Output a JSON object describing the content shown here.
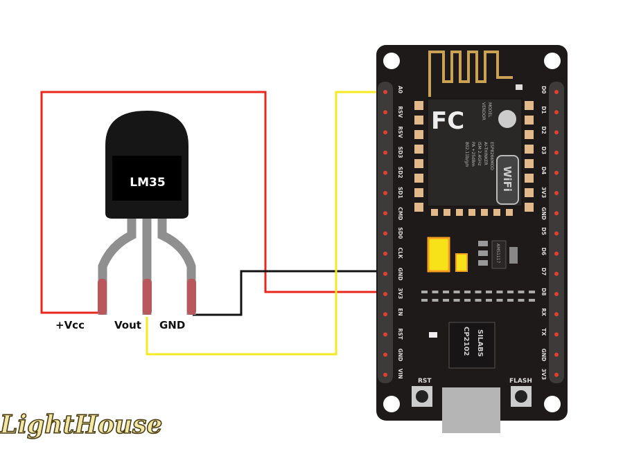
{
  "sensor": {
    "name": "LM35",
    "pins": [
      "+Vcc",
      "Vout",
      "GND"
    ]
  },
  "board": {
    "left_pins": [
      "A0",
      "RSV",
      "RSV",
      "SD3",
      "SD2",
      "SD1",
      "CMD",
      "SD0",
      "CLK",
      "GND",
      "3V3",
      "EN",
      "RST",
      "GND",
      "VIN"
    ],
    "right_pins": [
      "D0",
      "D1",
      "D2",
      "D3",
      "D4",
      "3V3",
      "GND",
      "D5",
      "D6",
      "D7",
      "D8",
      "RX",
      "TX",
      "GND",
      "3V3"
    ],
    "module_lines": [
      "MODEL",
      "VENDOR",
      "ESP8266MOD",
      "AI-THINKER",
      "ISM 2.4GHz",
      "PA +25dBm",
      "802.11b/g/n"
    ],
    "fc_mark": "FC",
    "wifi_mark": "WiFi",
    "regulator": "AMS1117",
    "usb_chip": [
      "SILABS",
      "CP2102"
    ],
    "buttons": {
      "rst": "RST",
      "flash": "FLASH"
    }
  },
  "wires": {
    "vcc": "#e8261c",
    "gnd": "#111111",
    "signal": "#f5ea1f"
  },
  "colors": {
    "board": "#1e1a19",
    "header": "#3d3a3a",
    "pad": "#e2b98a",
    "leg": "#8f8f8f",
    "leg_tip": "#b8585c"
  },
  "logo": "LightHouse"
}
